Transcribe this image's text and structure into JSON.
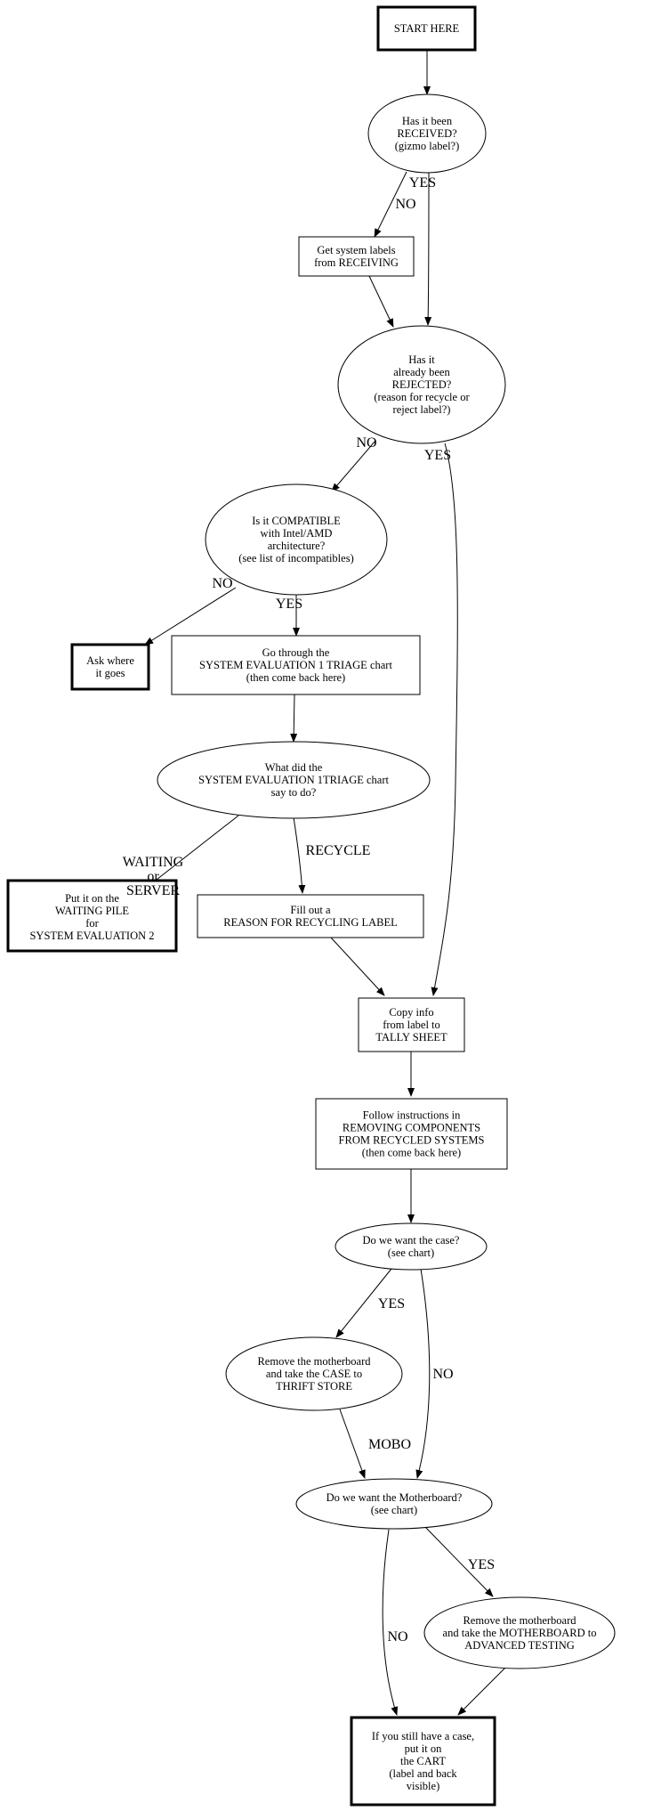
{
  "nodes": [
    {
      "id": "start",
      "lines": [
        "START HERE"
      ]
    },
    {
      "id": "received",
      "lines": [
        "Has it been",
        "RECEIVED?",
        "(gizmo label?)"
      ]
    },
    {
      "id": "getlabels",
      "lines": [
        "Get system labels",
        "from RECEIVING"
      ]
    },
    {
      "id": "rejected",
      "lines": [
        "Has it",
        "already been",
        "REJECTED?",
        "(reason for recycle or",
        "reject label?)"
      ]
    },
    {
      "id": "compatible",
      "lines": [
        "Is it COMPATIBLE",
        "with Intel/AMD",
        "architecture?",
        "(see list of incompatibles)"
      ]
    },
    {
      "id": "askwhere",
      "lines": [
        "Ask where",
        "it goes"
      ]
    },
    {
      "id": "triage",
      "lines": [
        "Go through the",
        "SYSTEM EVALUATION 1 TRIAGE chart",
        "(then come back here)"
      ]
    },
    {
      "id": "whatdid",
      "lines": [
        "What did the",
        "SYSTEM EVALUATION 1TRIAGE chart",
        "say to do?"
      ]
    },
    {
      "id": "waitingpile",
      "lines": [
        "Put it on the",
        "WAITING PILE",
        "for",
        "SYSTEM EVALUATION 2"
      ]
    },
    {
      "id": "filllabel",
      "lines": [
        "Fill out a",
        "REASON FOR RECYCLING LABEL"
      ]
    },
    {
      "id": "copyinfo",
      "lines": [
        "Copy info",
        "from label to",
        "TALLY SHEET"
      ]
    },
    {
      "id": "followinst",
      "lines": [
        "Follow instructions in",
        "REMOVING COMPONENTS",
        "FROM RECYCLED SYSTEMS",
        "(then come back here)"
      ]
    },
    {
      "id": "wantcase",
      "lines": [
        "Do we want the case?",
        "(see chart)"
      ]
    },
    {
      "id": "removecase",
      "lines": [
        "Remove the motherboard",
        "and take the CASE to",
        "THRIFT STORE"
      ]
    },
    {
      "id": "wantmobo",
      "lines": [
        "Do we want the Motherboard?",
        "(see chart)"
      ]
    },
    {
      "id": "removemobo",
      "lines": [
        "Remove the motherboard",
        "and take the MOTHERBOARD to",
        "ADVANCED TESTING"
      ]
    },
    {
      "id": "cart",
      "lines": [
        "If you still have a case,",
        "put it on",
        "the CART",
        "(label and back",
        "visible)"
      ]
    }
  ],
  "edge_labels": [
    {
      "id": "received-no",
      "lines": [
        "NO"
      ]
    },
    {
      "id": "received-yes",
      "lines": [
        "YES"
      ]
    },
    {
      "id": "rejected-no",
      "lines": [
        "NO"
      ]
    },
    {
      "id": "rejected-yes",
      "lines": [
        "YES"
      ]
    },
    {
      "id": "compatible-no",
      "lines": [
        "NO"
      ]
    },
    {
      "id": "compatible-yes",
      "lines": [
        "YES"
      ]
    },
    {
      "id": "waiting",
      "lines": [
        "WAITING",
        "or",
        "SERVER"
      ]
    },
    {
      "id": "recycle",
      "lines": [
        "RECYCLE"
      ]
    },
    {
      "id": "wantcase-yes",
      "lines": [
        "YES"
      ]
    },
    {
      "id": "wantcase-no",
      "lines": [
        "NO"
      ]
    },
    {
      "id": "mobo",
      "lines": [
        "MOBO"
      ]
    },
    {
      "id": "wantmobo-yes",
      "lines": [
        "YES"
      ]
    },
    {
      "id": "wantmobo-no",
      "lines": [
        "NO"
      ]
    }
  ]
}
